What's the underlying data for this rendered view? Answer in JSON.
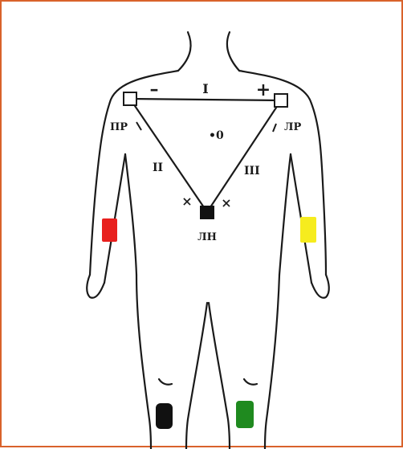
{
  "labels": {
    "lead_i": "I",
    "lead_ii": "II",
    "lead_iii": "III",
    "minus": "–",
    "plus": "+",
    "right_arm": "ПР",
    "left_arm": "ЛР",
    "center": "•0",
    "left_leg": "ЛН",
    "mark_left": "×",
    "mark_right": "×"
  },
  "colors": {
    "frame": "#d9622b",
    "electrode_right_arm": "#e8201e",
    "electrode_left_arm": "#f6ec1e",
    "electrode_right_leg": "#111111",
    "electrode_left_leg": "#1f8a1f"
  }
}
